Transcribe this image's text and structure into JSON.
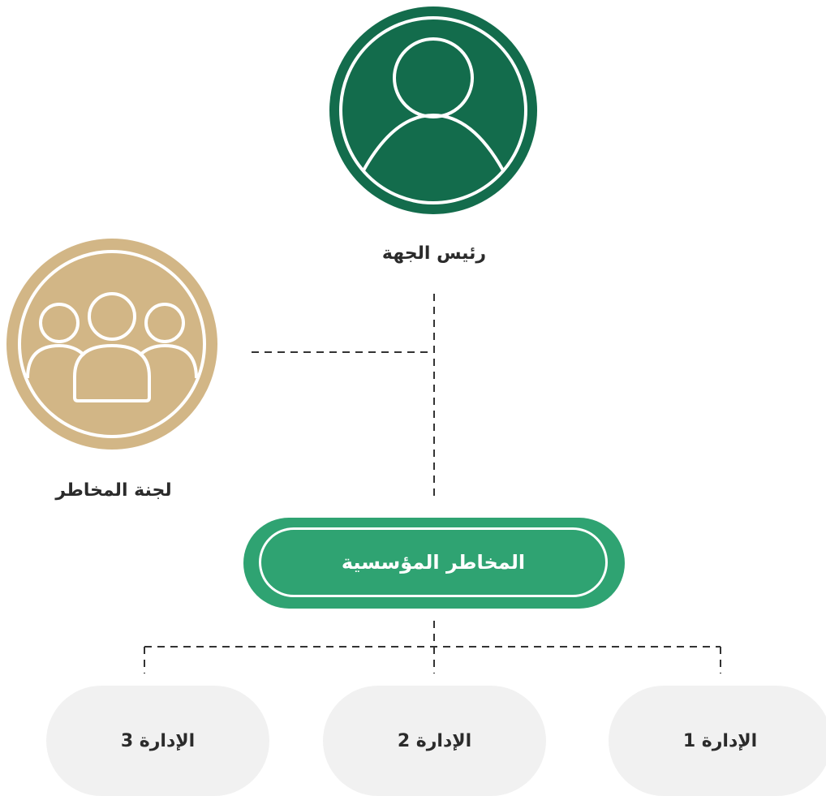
{
  "head": {
    "label": "رئيس الجهة",
    "icon": "person-icon",
    "color": "#136c4c"
  },
  "committee": {
    "label": "لجنة المخاطر",
    "icon": "group-icon",
    "color": "#d2b686"
  },
  "center": {
    "label": "المخاطر المؤسسية",
    "color": "#2fa372"
  },
  "departments": [
    {
      "label": "الإدارة 1"
    },
    {
      "label": "الإدارة 2"
    },
    {
      "label": "الإدارة 3"
    }
  ],
  "connector_color": "#333333",
  "department_bg": "#f1f1f1"
}
